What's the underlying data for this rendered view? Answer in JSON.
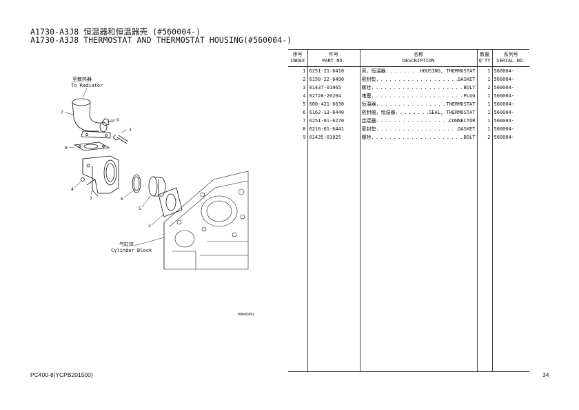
{
  "header": {
    "title_cn": "A1730-A3J8 恒温器和恒温器壳 (#560004-)",
    "title_en": "A1730-A3J8 THERMOSTAT AND THERMOSTAT HOUSING(#560004-)"
  },
  "diagram": {
    "label_radiator_cn": "至散热器",
    "label_radiator_en": "To Radiator",
    "label_block_cn": "气缸体",
    "label_block_en": "Cylinder Block",
    "figure_number": "00045492",
    "callouts": [
      "7",
      "9",
      "3",
      "8",
      "4",
      "1",
      "6",
      "5",
      "2"
    ]
  },
  "table": {
    "headers": {
      "index_cn": "序号",
      "index_en": "INDEX",
      "part_cn": "件号",
      "part_en": "PART NO.",
      "desc_cn": "名称",
      "desc_en": "DESCRIPTION",
      "qty_cn": "数量",
      "qty_en": "Q'TY",
      "serial_cn": "系列号",
      "serial_en": "SERIAL NO."
    },
    "rows": [
      {
        "index": "1",
        "part_no": "6251-21-6410",
        "desc_cn": "壳，恒温器",
        "desc_en": "HOUSING, THERMOSTAT",
        "qty": "1",
        "serial": "560004-"
      },
      {
        "index": "2",
        "part_no": "6150-22-6490",
        "desc_cn": "密封垫",
        "desc_en": "GASKET",
        "qty": "1",
        "serial": "560004-"
      },
      {
        "index": "3",
        "part_no": "01437-01065",
        "desc_cn": "螺栓",
        "desc_en": "BOLT",
        "qty": "2",
        "serial": "560004-"
      },
      {
        "index": "4",
        "part_no": "02720-20204",
        "desc_cn": "堵塞",
        "desc_en": "PLUG",
        "qty": "1",
        "serial": "560004-"
      },
      {
        "index": "5",
        "part_no": "600-421-6630",
        "desc_cn": "恒温器",
        "desc_en": "THERMOSTAT",
        "qty": "1",
        "serial": "560004-"
      },
      {
        "index": "6",
        "part_no": "6162-13-6440",
        "desc_cn": "密封圈，恒温器",
        "desc_en": "SEAL, THERMOSTAT",
        "qty": "1",
        "serial": "560004-"
      },
      {
        "index": "7",
        "part_no": "6251-61-6270",
        "desc_cn": "连接器",
        "desc_en": "CONNECTOR",
        "qty": "1",
        "serial": "560004-"
      },
      {
        "index": "8",
        "part_no": "6210-61-6441",
        "desc_cn": "密封垫",
        "desc_en": "GASKET",
        "qty": "1",
        "serial": "560004-"
      },
      {
        "index": "9",
        "part_no": "01435-01025",
        "desc_cn": "螺栓",
        "desc_en": "BOLT",
        "qty": "2",
        "serial": "560004-"
      }
    ]
  },
  "footer": {
    "model": "PC400-8(YCPB201500)",
    "page_number": "34"
  }
}
